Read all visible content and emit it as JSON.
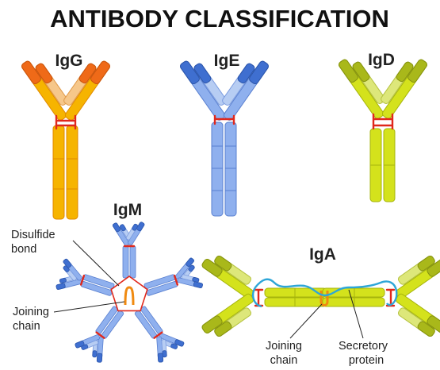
{
  "title": "ANTIBODY CLASSIFICATION",
  "antibodies": {
    "igg": {
      "label": "IgG"
    },
    "ige": {
      "label": "IgE"
    },
    "igd": {
      "label": "IgD"
    },
    "igm": {
      "label": "IgM"
    },
    "iga": {
      "label": "IgA"
    }
  },
  "annotations": {
    "disulfide_bond": [
      "Disulfide",
      "bond"
    ],
    "joining_chain_igm": [
      "Joining",
      "chain"
    ],
    "joining_chain_iga": [
      "Joining",
      "chain"
    ],
    "secretory_protein": [
      "Secretory",
      "protein"
    ]
  },
  "colors": {
    "igg": {
      "dark": "#ef6a18",
      "light": "#f6c78a",
      "heavy": "#f6b400",
      "heavy_edge": "#e08a00"
    },
    "ige": {
      "dark": "#3f6fd0",
      "light": "#b7cdf3",
      "heavy": "#8fb0ee",
      "heavy_edge": "#5a80d0"
    },
    "igd": {
      "dark": "#a9b81a",
      "light": "#dde77a",
      "heavy": "#d4e21c",
      "heavy_edge": "#a6b40c"
    },
    "bond": "#e0281c",
    "secretory": "#2ea6d8",
    "joining": "#f08a10"
  }
}
